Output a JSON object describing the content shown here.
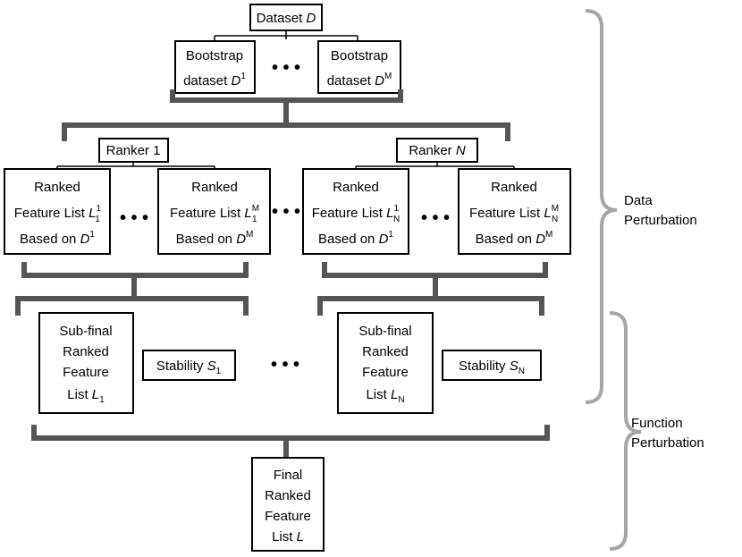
{
  "dataset": {
    "label": "Dataset",
    "symbol": "D"
  },
  "bootstrap": [
    {
      "line1": "Bootstrap",
      "line2": "dataset",
      "sym": "D",
      "sup": "1"
    },
    {
      "line1": "Bootstrap",
      "line2": "dataset",
      "sym": "D",
      "sup": "M"
    }
  ],
  "rankers": [
    {
      "label": "Ranker",
      "index": "1",
      "italic": false
    },
    {
      "label": "Ranker",
      "index": "N",
      "italic": true
    }
  ],
  "ranked_lists": [
    {
      "line1": "Ranked",
      "line2": "Feature List",
      "sym": "L",
      "sup": "1",
      "sub": "1",
      "line3": "Based on",
      "dsym": "D",
      "dsup": "1"
    },
    {
      "line1": "Ranked",
      "line2": "Feature List",
      "sym": "L",
      "sup": "M",
      "sub": "1",
      "line3": "Based on",
      "dsym": "D",
      "dsup": "M"
    },
    {
      "line1": "Ranked",
      "line2": "Feature List",
      "sym": "L",
      "sup": "1",
      "sub": "N",
      "line3": "Based on",
      "dsym": "D",
      "dsup": "1"
    },
    {
      "line1": "Ranked",
      "line2": "Feature List",
      "sym": "L",
      "sup": "M",
      "sub": "N",
      "line3": "Based on",
      "dsym": "D",
      "dsup": "M"
    }
  ],
  "subfinal": [
    {
      "line1": "Sub-final",
      "line2": "Ranked",
      "line3": "Feature",
      "line4": "List",
      "sym": "L",
      "sub": "1"
    },
    {
      "line1": "Sub-final",
      "line2": "Ranked",
      "line3": "Feature",
      "line4": "List",
      "sym": "L",
      "sub": "N"
    }
  ],
  "stability": [
    {
      "label": "Stability",
      "sym": "S",
      "sub": "1"
    },
    {
      "label": "Stability",
      "sym": "S",
      "sub": "N"
    }
  ],
  "final": {
    "line1": "Final",
    "line2": "Ranked",
    "line3": "Feature",
    "line4": "List",
    "sym": "L"
  },
  "ellipsis": "• • •",
  "groups": [
    {
      "line1": "Data",
      "line2": "Perturbation"
    },
    {
      "line1": "Function",
      "line2": "Perturbation"
    }
  ],
  "colors": {
    "box_border": "#000000",
    "brace": "#555555",
    "group_brace": "#a6a6a6"
  }
}
